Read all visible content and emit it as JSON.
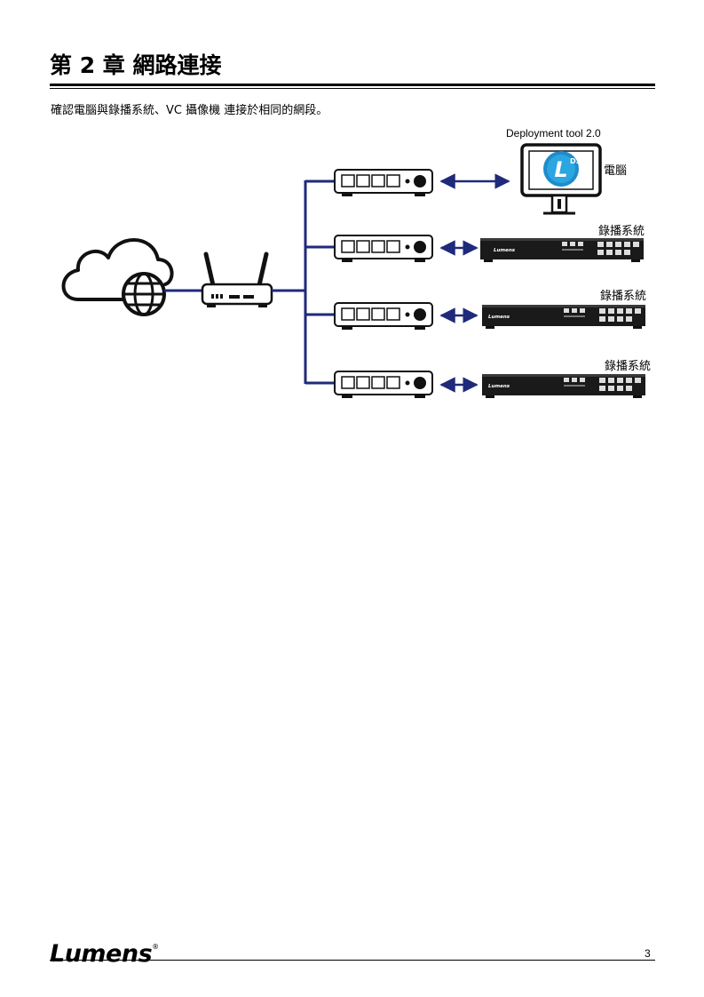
{
  "header": {
    "title": "第 2 章  網路連接"
  },
  "intro_text": "確認電腦與錄播系統、VC 攝像機  連接於相同的網段。",
  "diagram": {
    "tool_label": "Deployment tool 2.0",
    "pc_label": "電腦",
    "recorder_label": "錄播系統",
    "recorder_brand": "Lumens",
    "logo_letter": "L",
    "logo_sup": "D."
  },
  "footer": {
    "logo_text": "Lumens",
    "logo_mark": "®",
    "page_number": "3"
  },
  "colors": {
    "line": "#1f2a7a",
    "device_dark": "#1a1a1a",
    "monitor_logo": "#1e8ccc"
  }
}
